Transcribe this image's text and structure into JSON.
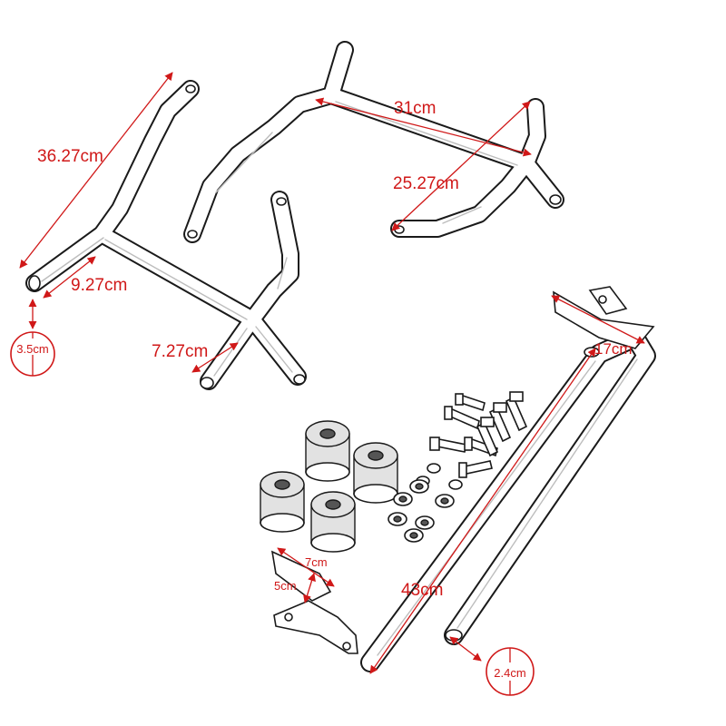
{
  "labels": {
    "top_left_length": "36.27cm",
    "top_left_width": "9.27cm",
    "top_left_tube": "3.5cm",
    "top_left_leg": "7.27cm",
    "top_right_width": "31cm",
    "top_right_length": "25.27cm",
    "bottom_right_top": "17cm",
    "bottom_length": "43cm",
    "bracket_width": "7cm",
    "bracket_height": "5cm",
    "bottom_tube": "2.4cm"
  },
  "colors": {
    "dimension": "#d01818",
    "outline": "#1a1a1a"
  }
}
